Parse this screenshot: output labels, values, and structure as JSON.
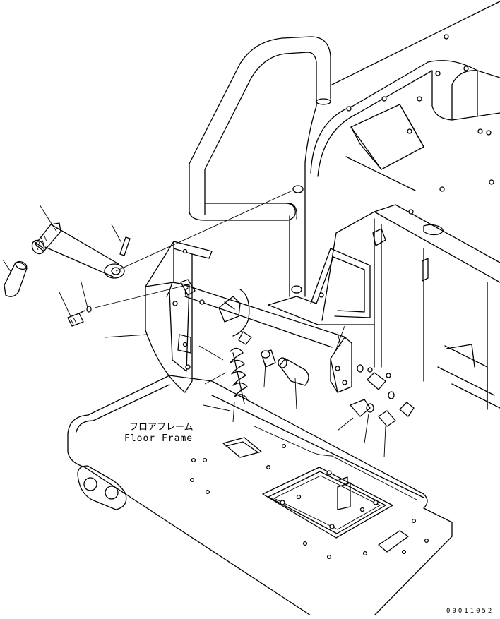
{
  "labels": {
    "floor_frame_jp": "フロアフレーム",
    "floor_frame_en": "Floor Frame"
  },
  "drawing_number": "00011052"
}
